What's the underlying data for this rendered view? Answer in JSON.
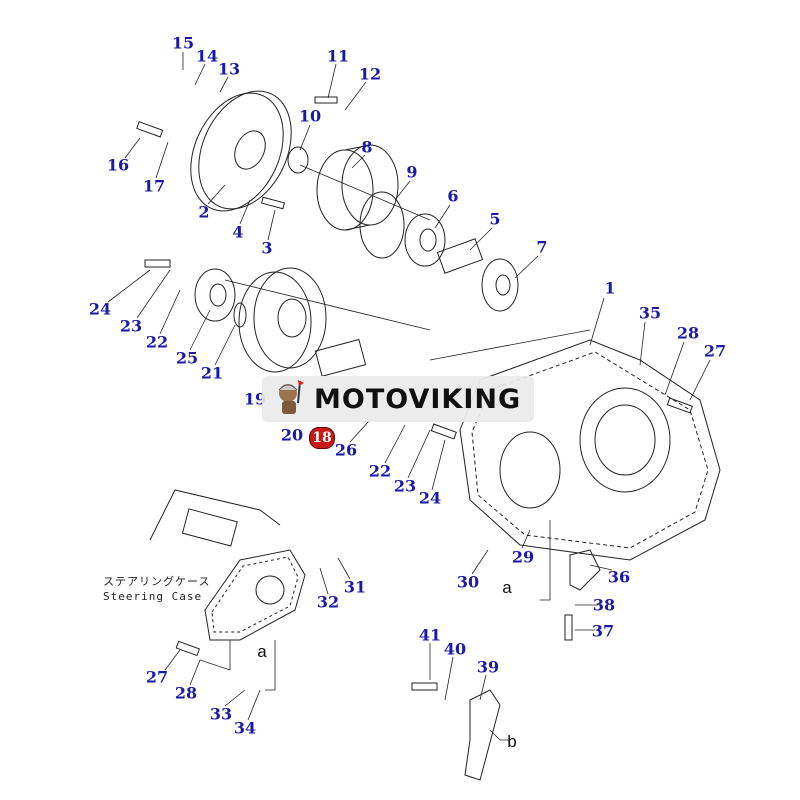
{
  "diagram": {
    "part_numbers": [
      "15",
      "14",
      "13",
      "11",
      "12",
      "10",
      "8",
      "16",
      "17",
      "9",
      "6",
      "2",
      "4",
      "3",
      "5",
      "7",
      "24",
      "23",
      "22",
      "25",
      "21",
      "1",
      "35",
      "28",
      "27",
      "19",
      "20",
      "26",
      "22",
      "23",
      "24",
      "29",
      "30",
      "36",
      "31",
      "32",
      "38",
      "37",
      "41",
      "40",
      "39",
      "27",
      "28",
      "33",
      "34"
    ],
    "highlighted_part": "18",
    "view_markers": [
      "a",
      "a",
      "b"
    ],
    "steering_case_jp": "ステアリングケース",
    "steering_case_en": "Steering Case"
  },
  "watermark": {
    "brand": "MOTOVIKING"
  },
  "colors": {
    "label": "#1a1aa8",
    "highlight": "#c81818"
  }
}
